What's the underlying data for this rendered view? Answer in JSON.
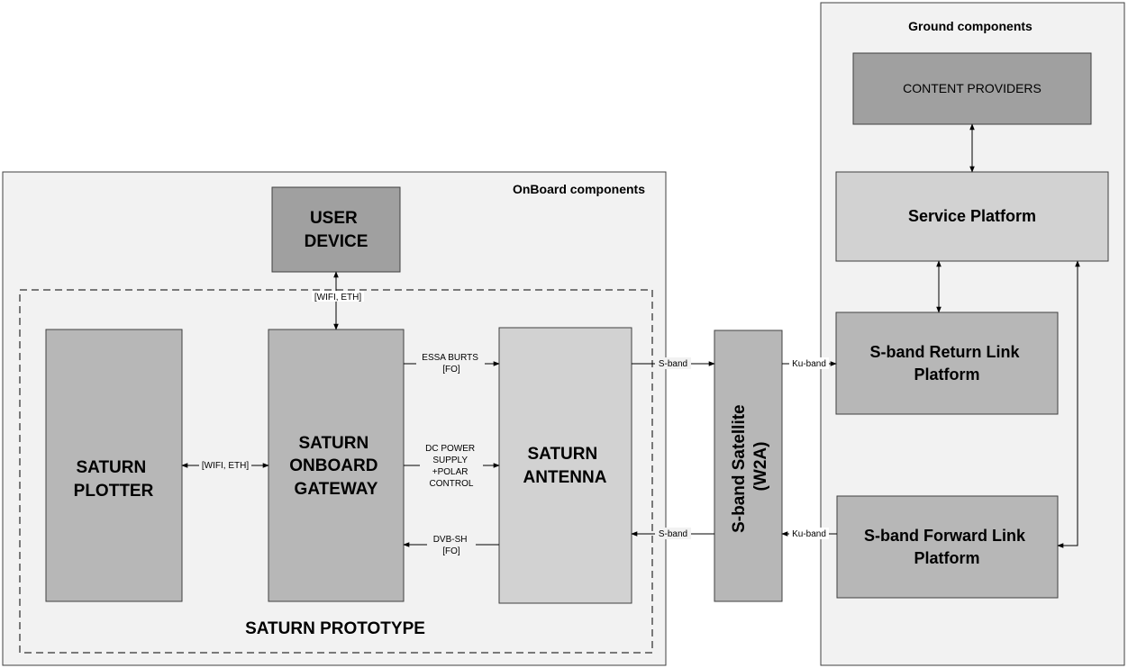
{
  "regions": {
    "onboard": "OnBoard components",
    "ground": "Ground components",
    "prototype": "SATURN PROTOTYPE"
  },
  "blocks": {
    "user_device": [
      "USER",
      "DEVICE"
    ],
    "plotter": [
      "SATURN",
      "PLOTTER"
    ],
    "gateway": [
      "SATURN",
      "ONBOARD",
      "GATEWAY"
    ],
    "antenna": [
      "SATURN",
      "ANTENNA"
    ],
    "satellite": [
      "S-band Satellite",
      "(W2A)"
    ],
    "content_providers": "CONTENT PROVIDERS",
    "service_platform": "Service Platform",
    "return_link": [
      "S-band Return Link",
      "Platform"
    ],
    "forward_link": [
      "S-band Forward Link",
      "Platform"
    ]
  },
  "links": {
    "device_gateway": "[WIFI, ETH]",
    "plotter_gateway": "[WIFI, ETH]",
    "essa": [
      "ESSA BURTS",
      "[FO]"
    ],
    "dc_power": [
      "DC POWER",
      "SUPPLY",
      "+POLAR",
      "CONTROL"
    ],
    "dvb": [
      "DVB-SH",
      "[FO]"
    ],
    "antenna_satellite_up": "S-band",
    "antenna_satellite_down": "S-band",
    "satellite_return": "Ku-band",
    "satellite_forward": "Ku-band"
  },
  "colors": {
    "dark_block": "#a0a0a0",
    "mid_block": "#b7b7b7",
    "light_block": "#d2d2d2",
    "region_fill": "#f2f2f2"
  }
}
